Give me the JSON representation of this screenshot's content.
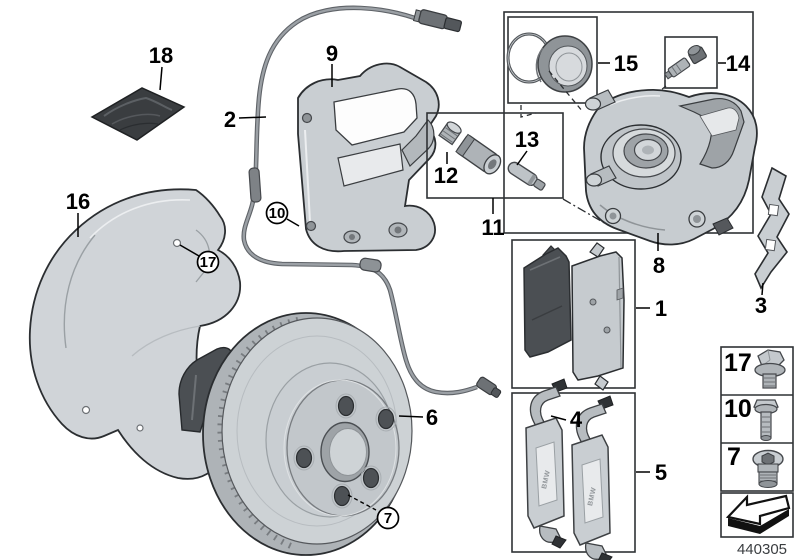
{
  "diagram": {
    "id_number": "440305",
    "brand_marking": "BMW"
  },
  "callouts": {
    "1": "1",
    "2": "2",
    "3": "3",
    "4": "4",
    "5": "5",
    "6": "6",
    "7": "7",
    "8": "8",
    "9": "9",
    "10": "10",
    "11": "11",
    "12": "12",
    "13": "13",
    "14": "14",
    "15": "15",
    "16": "16",
    "17": "17",
    "18": "18"
  },
  "colors": {
    "background": "#ffffff",
    "outline": "#2b2e31",
    "part_light": "#ccd1d5",
    "part_mid": "#aeb3b7",
    "part_dark": "#45484c",
    "pad_dark": "#4b4f53"
  }
}
